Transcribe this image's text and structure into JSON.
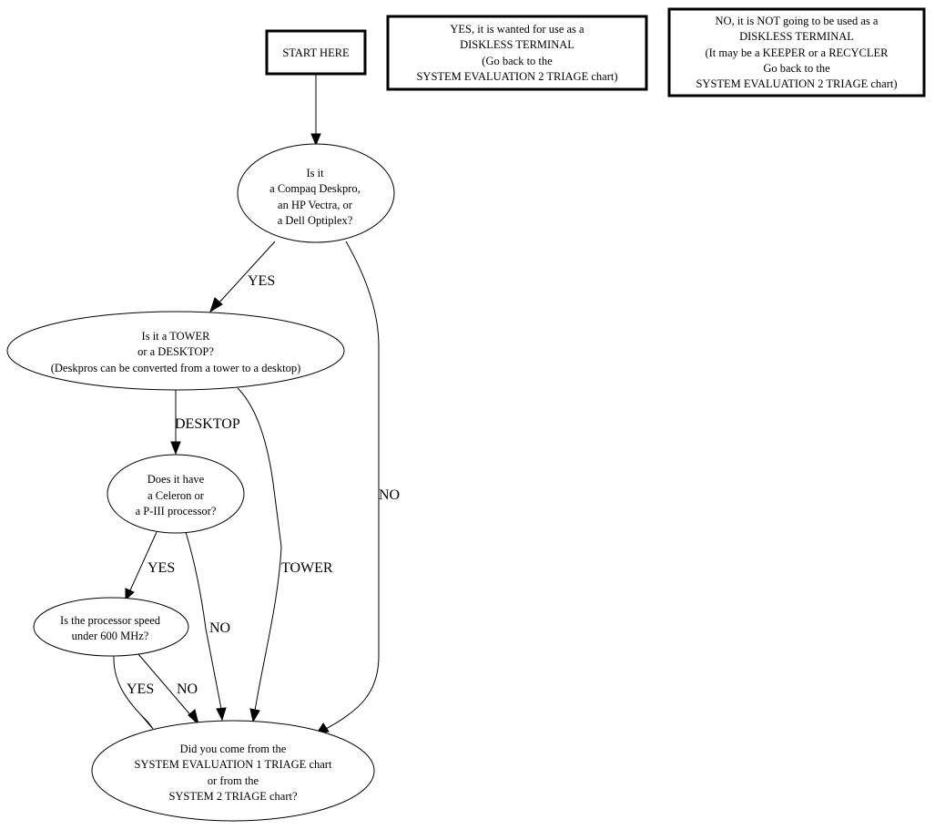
{
  "diagram": {
    "type": "flowchart",
    "nodes": {
      "start": {
        "lines": [
          "START HERE"
        ],
        "shape": "box"
      },
      "yes_terminal": {
        "lines": [
          "YES, it is wanted for use as a",
          "DISKLESS TERMINAL",
          "(Go back to the",
          "SYSTEM EVALUATION 2 TRIAGE chart)"
        ],
        "shape": "box"
      },
      "no_terminal": {
        "lines": [
          "NO, it is NOT going to be used as a",
          "DISKLESS TERMINAL",
          "(It may be a KEEPER or a RECYCLER",
          "Go back to the",
          "SYSTEM EVALUATION 2 TRIAGE chart)"
        ],
        "shape": "box"
      },
      "brand": {
        "lines": [
          "Is it",
          "a Compaq Deskpro,",
          "an HP Vectra, or",
          "a Dell Optiplex?"
        ],
        "shape": "ellipse"
      },
      "form": {
        "lines": [
          "Is it a TOWER",
          "or a DESKTOP?",
          "(Deskpros can be converted from a tower to a desktop)"
        ],
        "shape": "ellipse"
      },
      "cpu": {
        "lines": [
          "Does it have",
          "a Celeron or",
          "a P-III processor?"
        ],
        "shape": "ellipse"
      },
      "speed": {
        "lines": [
          "Is the processor speed",
          "under 600 MHz?"
        ],
        "shape": "ellipse"
      },
      "origin": {
        "lines": [
          "Did you come from the",
          "SYSTEM EVALUATION 1 TRIAGE chart",
          "or from the",
          "SYSTEM 2 TRIAGE chart?"
        ],
        "shape": "ellipse"
      }
    },
    "edges": [
      {
        "from": "start",
        "to": "brand",
        "label": ""
      },
      {
        "from": "brand",
        "to": "form",
        "label": "YES"
      },
      {
        "from": "brand",
        "to": "origin",
        "label": "NO"
      },
      {
        "from": "form",
        "to": "cpu",
        "label": "DESKTOP"
      },
      {
        "from": "form",
        "to": "origin",
        "label": "TOWER"
      },
      {
        "from": "cpu",
        "to": "speed",
        "label": "YES"
      },
      {
        "from": "cpu",
        "to": "origin",
        "label": "NO"
      },
      {
        "from": "speed",
        "to": "origin",
        "label": "YES"
      },
      {
        "from": "speed",
        "to": "origin",
        "label": "NO"
      }
    ]
  }
}
